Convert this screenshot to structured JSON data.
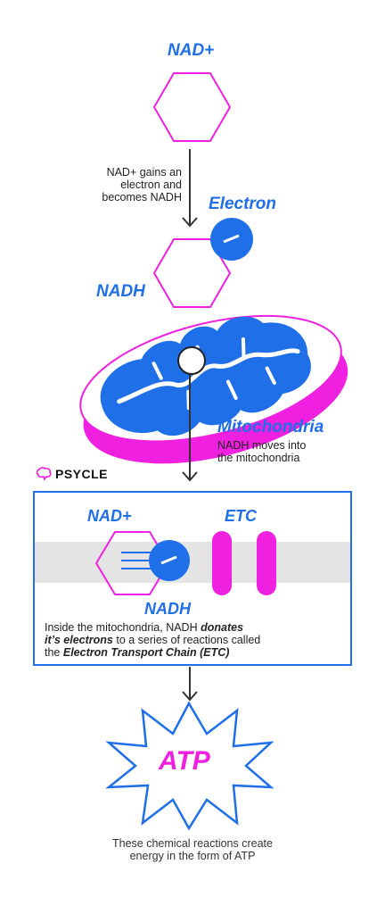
{
  "nad_top": "NAD+",
  "step1_caption": [
    "NAD+ gains an",
    "electron and",
    "becomes NADH"
  ],
  "electron_label": "Electron",
  "nadh_label": "NADH",
  "mito_label": "Mitochondria",
  "mito_caption": [
    "NADH moves into",
    "the mitochondria"
  ],
  "brand": "PSYCLE",
  "box": {
    "nad": "NAD+",
    "etc": "ETC",
    "nadh": "NADH",
    "text_line1_plain": "Inside the mitochondria, NADH ",
    "text_line1_bold": "donates",
    "text_line2_bold": "it’s electrons",
    "text_line2_plain": " to a series of reactions called",
    "text_line3_plain": "the ",
    "text_line3_bold": "Electron Transport Chain (ETC)"
  },
  "atp": "ATP",
  "final_caption": [
    "These chemical reactions create",
    "energy in the form of ATP"
  ],
  "colors": {
    "blue": "#1f6fe8",
    "magenta": "#f020e0",
    "gray_band": "#e4e4e4"
  }
}
